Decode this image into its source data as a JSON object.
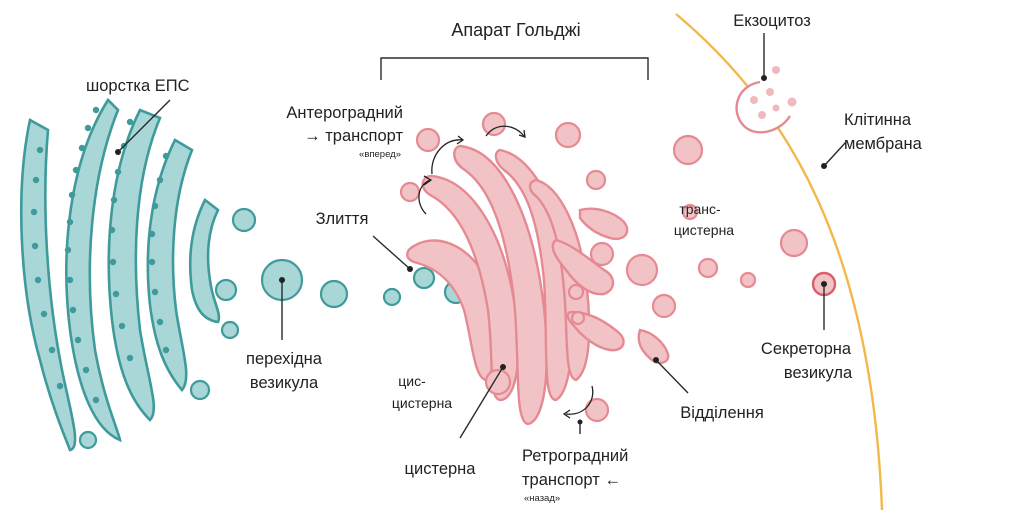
{
  "title": "Апарат Гольджі",
  "labels": {
    "rough_er": "шорстка ЕПС",
    "transport_vesicle_line1": "перехідна",
    "transport_vesicle_line2": "везикула",
    "anterograde_line1": "Антероградний",
    "anterograde_line2": "→ транспорт",
    "anterograde_note": "«вперед»",
    "fusion": "Злиття",
    "cis_line1": "цис-",
    "cis_line2": "цистерна",
    "cisterna": "цистерна",
    "retrograde_line1": "Ретроградний",
    "retrograde_line2": "транспорт ←",
    "retrograde_note": "«назад»",
    "trans_line1": "транс-",
    "trans_line2": "цистерна",
    "budding": "Відділення",
    "exocytosis": "Екзоцитоз",
    "membrane_line1": "Клітинна",
    "membrane_line2": "мембрана",
    "secretory_line1": "Секреторна",
    "secretory_line2": "везикула"
  },
  "colors": {
    "er_fill": "#a9d6d6",
    "er_stroke": "#3f9a9b",
    "golgi_fill": "#f2c3c6",
    "golgi_stroke": "#e58a92",
    "membrane": "#f2b84a"
  }
}
